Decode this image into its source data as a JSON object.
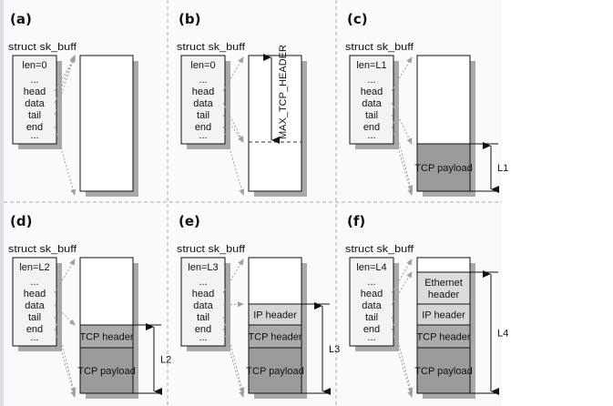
{
  "figure": {
    "struct_label": "struct sk_buff",
    "fields": [
      "...",
      "head",
      "data",
      "tail",
      "end",
      "..."
    ],
    "colors": {
      "ethernet_header": "#dcdcdc",
      "ip_header": "#d6d6d6",
      "tcp_header": "#ababab",
      "tcp_payload": "#9b9b9b",
      "pointer_arrow": "#a0a0a0"
    },
    "panels": [
      {
        "id": "a",
        "label": "(a)",
        "len": "len=0",
        "segments": [],
        "headroom_marker": null,
        "measure": null
      },
      {
        "id": "b",
        "label": "(b)",
        "len": "len=0",
        "segments": [],
        "headroom_marker": {
          "label": "MAX_TCP_HEADER"
        },
        "measure": null
      },
      {
        "id": "c",
        "label": "(c)",
        "len": "len=L1",
        "segments": [
          {
            "name": "tcp-payload",
            "text": "TCP payload",
            "color": "#9b9b9b"
          }
        ],
        "headroom_marker": null,
        "measure": {
          "label": "L1"
        }
      },
      {
        "id": "d",
        "label": "(d)",
        "len": "len=L2",
        "segments": [
          {
            "name": "tcp-header",
            "text": "TCP header",
            "color": "#ababab"
          },
          {
            "name": "tcp-payload",
            "text": "TCP payload",
            "color": "#9b9b9b"
          }
        ],
        "headroom_marker": null,
        "measure": {
          "label": "L2"
        }
      },
      {
        "id": "e",
        "label": "(e)",
        "len": "len=L3",
        "segments": [
          {
            "name": "ip-header",
            "text": "IP header",
            "color": "#d6d6d6"
          },
          {
            "name": "tcp-header",
            "text": "TCP header",
            "color": "#ababab"
          },
          {
            "name": "tcp-payload",
            "text": "TCP payload",
            "color": "#9b9b9b"
          }
        ],
        "headroom_marker": null,
        "measure": {
          "label": "L3"
        }
      },
      {
        "id": "f",
        "label": "(f)",
        "len": "len=L4",
        "segments": [
          {
            "name": "ethernet-header",
            "text": "Ethernet header",
            "lines": [
              "Ethernet",
              "header"
            ],
            "color": "#dcdcdc"
          },
          {
            "name": "ip-header",
            "text": "IP header",
            "color": "#d6d6d6"
          },
          {
            "name": "tcp-header",
            "text": "TCP header",
            "color": "#ababab"
          },
          {
            "name": "tcp-payload",
            "text": "TCP payload",
            "color": "#9b9b9b"
          }
        ],
        "headroom_marker": null,
        "measure": {
          "label": "L4"
        }
      }
    ]
  }
}
